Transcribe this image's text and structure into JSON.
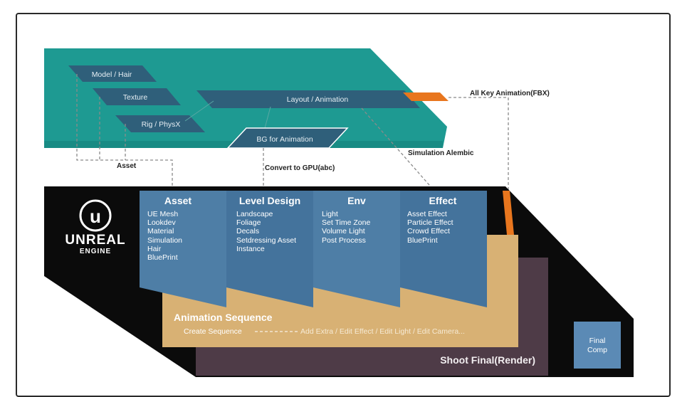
{
  "top_pipeline": {
    "model_hair": "Model / Hair",
    "texture": "Texture",
    "rig_physx": "Rig / PhysX",
    "layout_animation": "Layout / Animation",
    "bg_for_animation": "BG for Animation"
  },
  "connectors": {
    "asset": "Asset",
    "convert_gpu": "Convert to GPU(abc)",
    "simulation_alembic": "Simulation Alembic",
    "all_key_animation": "All Key Animation(FBX)"
  },
  "engine_logo": {
    "line1": "UNREAL",
    "line2": "ENGINE"
  },
  "columns": [
    {
      "title": "Asset",
      "items": [
        "UE Mesh",
        "Lookdev",
        "Material",
        "Simulation",
        "Hair",
        "BluePrint"
      ]
    },
    {
      "title": "Level Design",
      "items": [
        "Landscape",
        "Foliage",
        "Decals",
        "Setdressing Asset",
        "Instance"
      ]
    },
    {
      "title": "Env",
      "items": [
        "Light",
        "Set Time Zone",
        "Volume Light",
        "Post Process"
      ]
    },
    {
      "title": "Effect",
      "items": [
        "Asset Effect",
        "Particle Effect",
        "Crowd Effect",
        "BluePrint"
      ]
    }
  ],
  "animation_sequence": {
    "title": "Animation Sequence",
    "create": "Create Sequence",
    "extra": "Add Extra / Edit Effect / Edit Light / Edit Camera..."
  },
  "shoot_final": "Shoot Final(Render)",
  "final_comp": {
    "line1": "Final",
    "line2": "Comp"
  },
  "colors": {
    "teal": "#1e9a92",
    "teal_dark": "#17736e",
    "black_panel": "#0b0b0b",
    "column_blue": "#4e7ea6",
    "column_blue_dark": "#3f6b93",
    "sequence_tan": "#d8b174",
    "render_plum": "#4e3b47",
    "final_comp": "#5b8ab5",
    "accent_orange": "#e8761e"
  }
}
